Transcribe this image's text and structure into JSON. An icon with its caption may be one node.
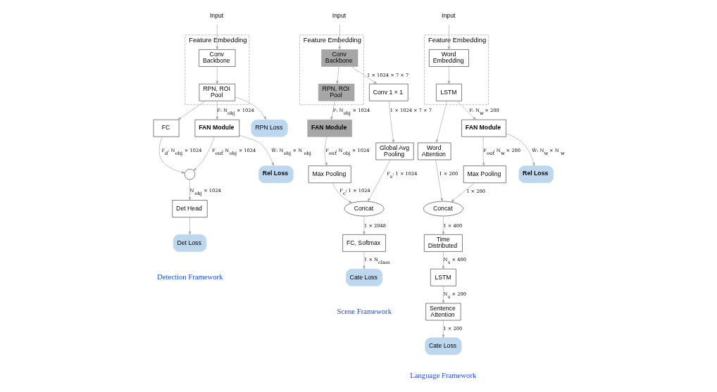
{
  "diagram": {
    "nodes": [
      {
        "text": [
          "Feature Embedding"
        ]
      },
      {
        "text": [
          "Input"
        ]
      },
      {
        "text": [
          "Conv Backbone"
        ],
        "in": 0
      },
      {
        "text": [
          "RPN, ROI Pool"
        ],
        "in": 0
      },
      {
        "text": [
          "FC"
        ]
      },
      {
        "text": [
          "FAN Module"
        ]
      },
      {
        "text": [],
        "shape": "circle"
      },
      {
        "text": [
          "Det Head"
        ]
      },
      {
        "text": [
          "Det Loss"
        ]
      },
      {
        "text": [
          "Rel Loss"
        ]
      },
      {
        "text": [
          "RPN Loss"
        ]
      },
      {
        "text": [
          "Feature Embedding"
        ]
      },
      {
        "text": [
          "Input"
        ]
      },
      {
        "text": [
          "Conv Backbone"
        ],
        "in": 11
      },
      {
        "text": [
          "RPN, ROI Pool"
        ],
        "in": 11
      },
      {
        "text": [
          "Conv 1 × 1"
        ]
      },
      {
        "text": [
          "FAN Module"
        ]
      },
      {
        "text": [
          "Global Avg Pooling"
        ]
      },
      {
        "text": [
          "Max Pooling"
        ]
      },
      {
        "text": [
          "Concat"
        ]
      },
      {
        "text": [
          "FC, Softmax"
        ]
      },
      {
        "text": [
          "Cate Loss"
        ]
      },
      {
        "text": [
          "Feature Embedding"
        ]
      },
      {
        "text": [
          "Input"
        ]
      },
      {
        "text": [
          "Word Embedding"
        ],
        "in": 22
      },
      {
        "text": [
          "LSTM"
        ],
        "in": 22
      },
      {
        "text": [
          "Word Attention"
        ]
      },
      {
        "text": [
          "FAN Module"
        ]
      },
      {
        "text": [
          "Concat"
        ]
      },
      {
        "text": [
          "Max Pooling"
        ]
      },
      {
        "text": [
          "Time Distributed"
        ]
      },
      {
        "text": [
          "LSTM"
        ]
      },
      {
        "text": [
          "Sentence Attention"
        ]
      },
      {
        "text": [
          "Cate Loss"
        ]
      },
      {
        "text": [
          "Rel Loss"
        ]
      }
    ],
    "edges": [
      {
        "from": 1,
        "to": 2,
        "arrow": "to"
      },
      {
        "from": 2,
        "to": 3,
        "arrow": "to"
      },
      {
        "from": 3,
        "to": 4,
        "arrow": "to"
      },
      {
        "from": 3,
        "to": 5,
        "arrow": "to",
        "label": "F: N$_{obj}$ × 1024"
      },
      {
        "from": 4,
        "to": 6,
        "arrow": "to",
        "label": "F$_{d}$: N$_{obj}$ × 1024"
      },
      {
        "from": 5,
        "to": 6,
        "arrow": "to",
        "label": "F$_{out}$: N$_{obj}$ × 1024"
      },
      {
        "from": 6,
        "to": 7,
        "arrow": "to",
        "label": "N$_{obj}$ × 1024"
      },
      {
        "from": 7,
        "to": 8,
        "arrow": "to"
      },
      {
        "from": 5,
        "to": 9,
        "arrow": "to",
        "label": "W̃: N$_{obj}$ × N$_{obj}$"
      },
      {
        "from": 3,
        "to": 10,
        "arrow": "to"
      },
      {
        "from": 12,
        "to": 13,
        "arrow": "to"
      },
      {
        "from": 13,
        "to": 14,
        "arrow": "to"
      },
      {
        "from": 13,
        "to": 15,
        "arrow": "to",
        "label": "1 × 1024 × 7 × 7"
      },
      {
        "from": 14,
        "to": 16,
        "arrow": "to",
        "label": "F: N$_{obj}$ × 1024"
      },
      {
        "from": 15,
        "to": 17,
        "arrow": "to",
        "label": "1 × 1024 × 7 × 7"
      },
      {
        "from": 16,
        "to": 18,
        "arrow": "to",
        "label": "F$_{out}$: N$_{obj}$ × 1024"
      },
      {
        "from": 17,
        "to": 19,
        "arrow": "to",
        "label": "F$_{s}$: 1 × 1024"
      },
      {
        "from": 18,
        "to": 19,
        "arrow": "to",
        "label": "F$_{c}$: 1 × 1024"
      },
      {
        "from": 19,
        "to": 20,
        "arrow": "to",
        "label": "1 × 2048"
      },
      {
        "from": 20,
        "to": 21,
        "arrow": "to",
        "label": "1 × N$_{class}$"
      },
      {
        "from": 23,
        "to": 24,
        "arrow": "to"
      },
      {
        "from": 24,
        "to": 25,
        "arrow": "to"
      },
      {
        "from": 25,
        "to": 26,
        "arrow": "to"
      },
      {
        "from": 25,
        "to": 27,
        "arrow": "to",
        "label": "F: N$_{w}$ × 200"
      },
      {
        "from": 26,
        "to": 28,
        "arrow": "to",
        "label": "1 × 200"
      },
      {
        "from": 27,
        "to": 29,
        "arrow": "to",
        "label": "F$_{out}$: N$_{w}$ × 200"
      },
      {
        "from": 29,
        "to": 28,
        "arrow": "to",
        "label": "1 × 200"
      },
      {
        "from": 28,
        "to": 30,
        "arrow": "to",
        "label": "1 × 400"
      },
      {
        "from": 30,
        "to": 31,
        "arrow": "to",
        "label": "N$_{s}$ × 400"
      },
      {
        "from": 31,
        "to": 32,
        "arrow": "to",
        "label": "N$_{s}$ × 200"
      },
      {
        "from": 32,
        "to": 33,
        "arrow": "to",
        "label": "1 × 200"
      },
      {
        "from": 27,
        "to": 34,
        "arrow": "to",
        "label": "W̃: N$_{w}$ × N$_{w}$"
      }
    ],
    "labels": [
      "Detection Framework",
      "Scene Framework",
      "Language Framework"
    ]
  }
}
